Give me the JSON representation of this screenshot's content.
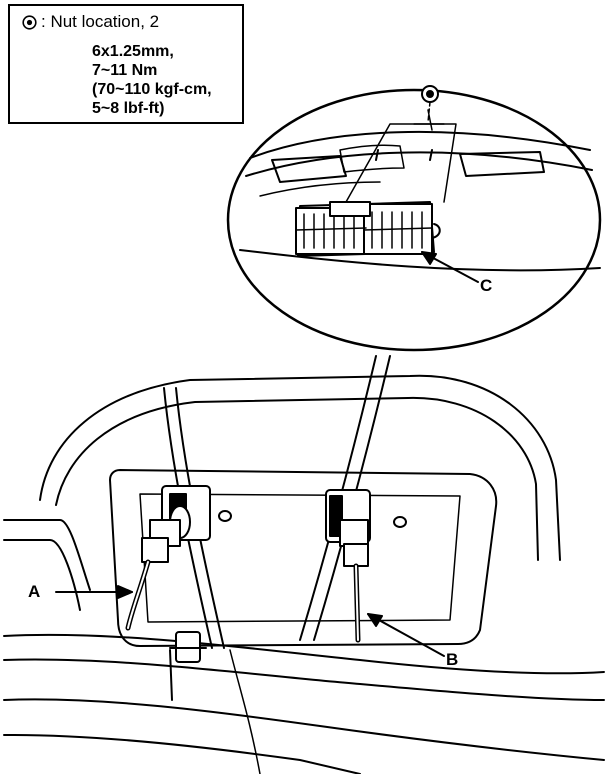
{
  "legend": {
    "title": ": Nut location, 2",
    "spec_lines": [
      "6x1.25mm,",
      "7~11 Nm",
      "(70~110 kgf-cm,",
      "5~8 lbf-ft)"
    ],
    "symbol_icon": "target-circle-icon",
    "nut_icon": "flange-nut-icon"
  },
  "callouts": {
    "a": "A",
    "b": "B",
    "c": "C"
  },
  "colors": {
    "ink": "#000000",
    "paper": "#ffffff"
  }
}
